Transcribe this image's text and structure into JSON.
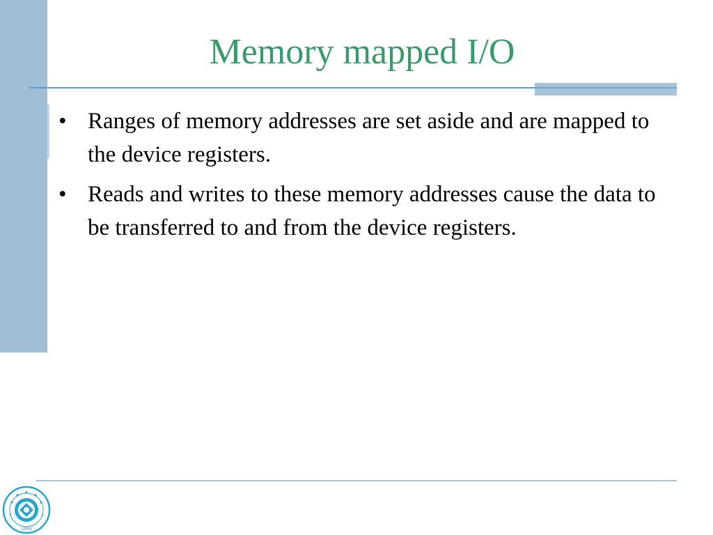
{
  "slide": {
    "title": "Memory mapped I/O",
    "bullets": [
      {
        "marker": "•",
        "text": "Ranges of memory addresses are set aside and are mapped to the device registers."
      },
      {
        "marker": "•",
        "text": "Reads and writes to these memory addresses cause the data to be transferred to and from the device registers."
      }
    ]
  },
  "logo": {
    "icon": "university-seal-icon",
    "year": "1984"
  },
  "colors": {
    "title": "#3a9a6c",
    "band": "#a1bfd4",
    "rule": "#5f9fcc",
    "logo": "#28a6c9"
  }
}
